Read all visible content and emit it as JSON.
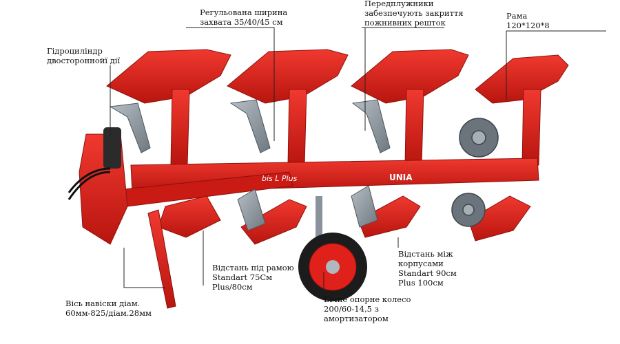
{
  "labels": {
    "hydro": "Гідроциліндр\nдвостороннойї дії",
    "width": "Регульована ширина\nзахвата 35/40/45 см",
    "skimmers": "Передплужники\nзабезпечують закриття\nпожнивних решток",
    "frame": "Рама\n120*120*8",
    "hitch": "Вісь навіски діам.\n60мм-825/діам.28мм",
    "clearance": "Відстань під рамою\nStandart 75См\nPlus/80см",
    "spacing": "Відстань між\nкорпусами\nStandart 90см\nPlus 100см",
    "wheel": "Бічне опорне колесо\n200/60-14,5 з\nамортизатором"
  },
  "branding": {
    "model": "bis L Plus",
    "maker": "UNIA"
  },
  "colors": {
    "body": "#e0201b",
    "dark_red": "#a8140f",
    "steel": "#8a939c",
    "tire": "#1c1c1c",
    "line": "#222222"
  }
}
